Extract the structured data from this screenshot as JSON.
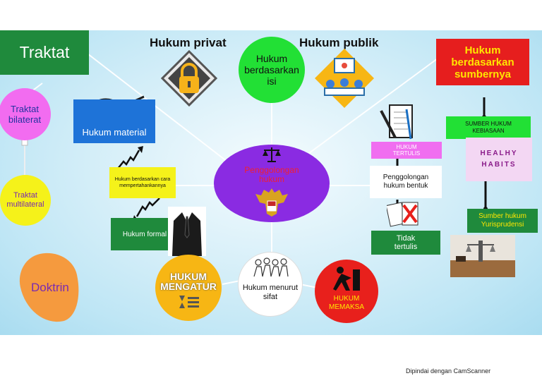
{
  "nodes": {
    "traktat": "Traktat",
    "hukum_privat": "Hukum privat",
    "hukum_publik": "Hukum publik",
    "hukum_isi": "Hukum berdasarkan isi",
    "hukum_sumber": "Hukum berdasarkan sumbernya",
    "traktat_bilateral": "Traktat bilaterat",
    "hukum_material": "Hukum material",
    "traktat_multilateral": "Traktat multilateral",
    "hukum_cara": "Hukum berdasarkan cara mempertahankannya",
    "hukum_formal": "Hukum formal",
    "doktrin": "Doktrin",
    "center": "Penggolongan hukum",
    "hukum_mengatur": "HUKUM MENGATUR",
    "hukum_sifat": "Hukum menurut sifat",
    "hukum_memaksa": "HUKUM MEMAKSA",
    "hukum_tertulis": "HUKUM TERTULIS",
    "hukum_bentuk": "Penggolongan hukum bentuk",
    "tidak_tertulis": "Tidak tertulis",
    "sumber_kebiasaan": "SUMBER HUKUM KEBIASAAN",
    "healthy_habits": "HEALHY HABITS",
    "sumber_yurisprudensi": "Sumber hukum Yurisprudensi"
  },
  "footer": "Dipindai dengan CamScanner",
  "colors": {
    "green_box": "#1f8a3c",
    "red_box": "#e61e1e",
    "green_circle": "#22e035",
    "pink": "#f26cf0",
    "yellow": "#f5f21a",
    "orange": "#f59a3e",
    "purple": "#8a2be2",
    "blue": "#1e73d8",
    "red_circle": "#e8201c",
    "gold": "#f7b614",
    "magenta": "#f06ef0"
  },
  "icons": [
    "lock-icon",
    "presentation-icon",
    "scales-icon",
    "garuda-icon",
    "wheelbarrow-icon",
    "suit-icon",
    "hourglass-icon",
    "pushing-man-icon",
    "notebook-icon",
    "crossed-papers-icon",
    "courtroom-photo"
  ]
}
